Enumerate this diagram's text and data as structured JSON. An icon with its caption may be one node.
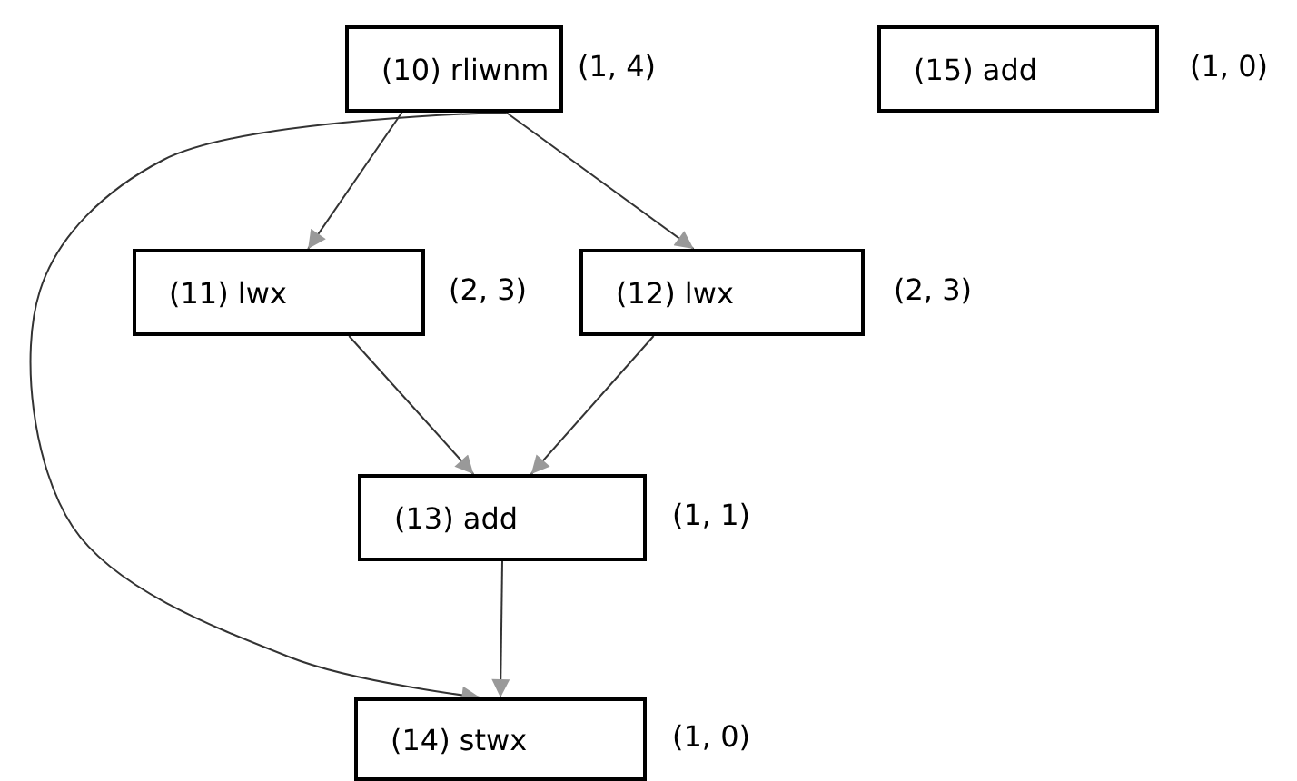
{
  "diagram": {
    "nodes": [
      {
        "text": [
          "(10) rliwnm"
        ],
        "beside": [
          "(1, 4)"
        ]
      },
      {
        "text": [
          "(15) add"
        ],
        "beside": [
          "(1, 0)"
        ]
      },
      {
        "text": [
          "(11) lwx"
        ],
        "beside": [
          "(2, 3)"
        ]
      },
      {
        "text": [
          "(12) lwx"
        ],
        "beside": [
          "(2, 3)"
        ]
      },
      {
        "text": [
          "(13) add"
        ],
        "beside": [
          "(1, 1)"
        ]
      },
      {
        "text": [
          "(14) stwx"
        ],
        "beside": [
          "(1, 0)"
        ]
      }
    ],
    "edges": [
      {
        "from": 0,
        "to": 2,
        "arrow": "to"
      },
      {
        "from": 0,
        "to": 3,
        "arrow": "to"
      },
      {
        "from": 2,
        "to": 4,
        "arrow": "to"
      },
      {
        "from": 3,
        "to": 4,
        "arrow": "to"
      },
      {
        "from": 4,
        "to": 5,
        "arrow": "to"
      },
      {
        "from": 0,
        "to": 5,
        "arrow": "to"
      }
    ]
  }
}
